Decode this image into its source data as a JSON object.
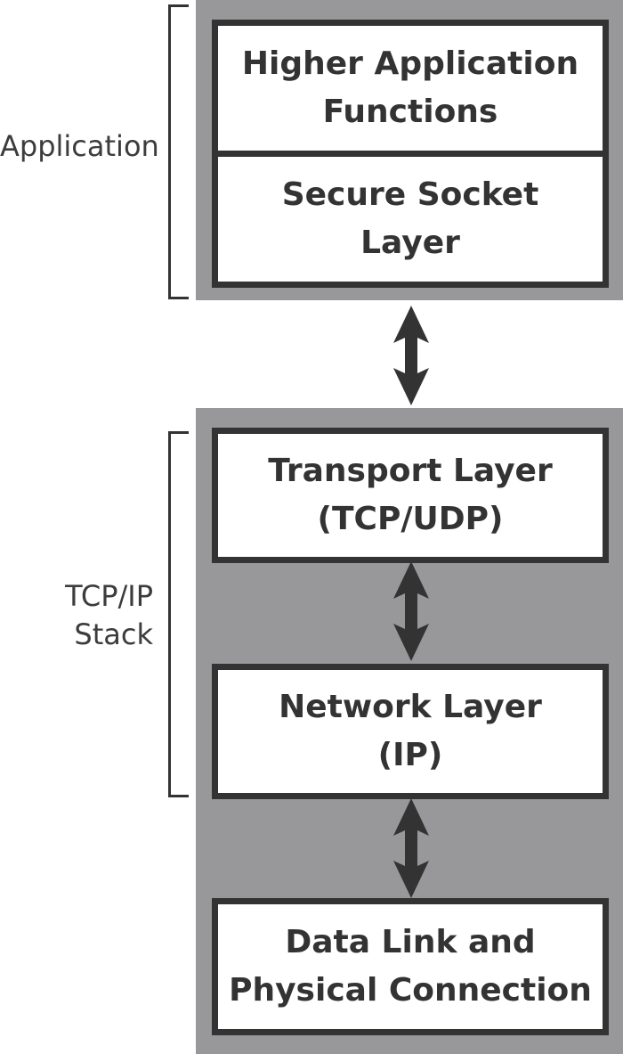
{
  "application_group": {
    "label": "Application",
    "layers": [
      [
        "Higher Application",
        "Functions"
      ],
      [
        "Secure Socket",
        "Layer"
      ]
    ]
  },
  "tcpip_group": {
    "label_line1": "TCP/IP",
    "label_line2": "Stack",
    "layers": [
      [
        "Transport Layer",
        "(TCP/UDP)"
      ],
      [
        "Network Layer",
        "(IP)"
      ]
    ]
  },
  "physical_layer": [
    "Data Link and",
    "Physical Connection"
  ],
  "arrow_icon": "double-headed-vertical-arrow",
  "colors": {
    "panel": "#98989b",
    "box_border": "#333333",
    "box_fill": "#ffffff",
    "text": "#333333"
  }
}
